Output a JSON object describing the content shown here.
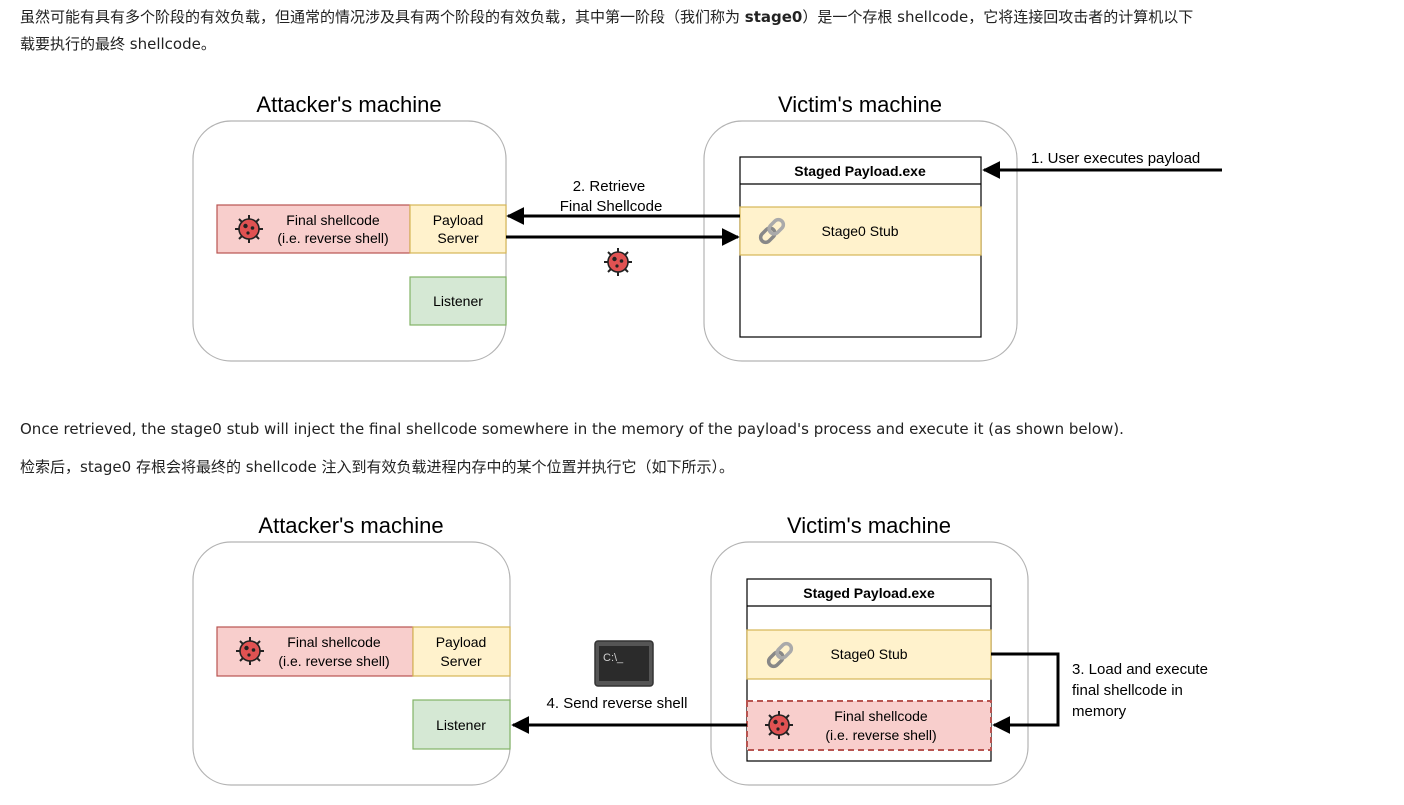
{
  "paragraphs": {
    "p1_part1": "虽然可能有具有多个阶段的有效负载，但通常的情况涉及具有两个阶段的有效负载，其中第一阶段（我们称为 ",
    "p1_bold": "stage0",
    "p1_part2": "）是一个存根 shellcode，它将连接回攻击者的计算机以下",
    "p1_line2": "载要执行的最终 shellcode。",
    "p2": "Once retrieved, the stage0 stub will inject the final shellcode somewhere in the memory of the payload's process and execute it (as shown below).",
    "p3": "检索后，stage0 存根会将最终的 shellcode 注入到有效负载进程内存中的某个位置并执行它（如下所示）。"
  },
  "diagram1": {
    "attacker_title": "Attacker's machine",
    "victim_title": "Victim's machine",
    "final_shellcode_line1": "Final shellcode",
    "final_shellcode_line2": "(i.e. reverse shell)",
    "payload_server_line1": "Payload",
    "payload_server_line2": "Server",
    "listener": "Listener",
    "staged_payload": "Staged Payload.exe",
    "stage0_stub": "Stage0 Stub",
    "step1": "1. User executes payload",
    "step2_line1": "2. Retrieve",
    "step2_line2": "Final Shellcode"
  },
  "diagram2": {
    "attacker_title": "Attacker's machine",
    "victim_title": "Victim's machine",
    "final_shellcode_line1": "Final shellcode",
    "final_shellcode_line2": "(i.e. reverse shell)",
    "payload_server_line1": "Payload",
    "payload_server_line2": "Server",
    "listener": "Listener",
    "staged_payload": "Staged Payload.exe",
    "stage0_stub": "Stage0 Stub",
    "victim_final_line1": "Final shellcode",
    "victim_final_line2": "(i.e. reverse shell)",
    "step3_line1": "3. Load and execute",
    "step3_line2": "final shellcode in",
    "step3_line3": "memory",
    "step4": "4. Send reverse shell",
    "terminal_prompt": "C:\\_"
  },
  "colors": {
    "red_fill": "#f8cecc",
    "red_stroke": "#b85450",
    "yellow_fill": "#fff2cc",
    "yellow_stroke": "#d6b656",
    "green_fill": "#d5e8d4",
    "green_stroke": "#82b366",
    "machine_stroke": "#b3b3b3",
    "virus": "#e05252"
  }
}
